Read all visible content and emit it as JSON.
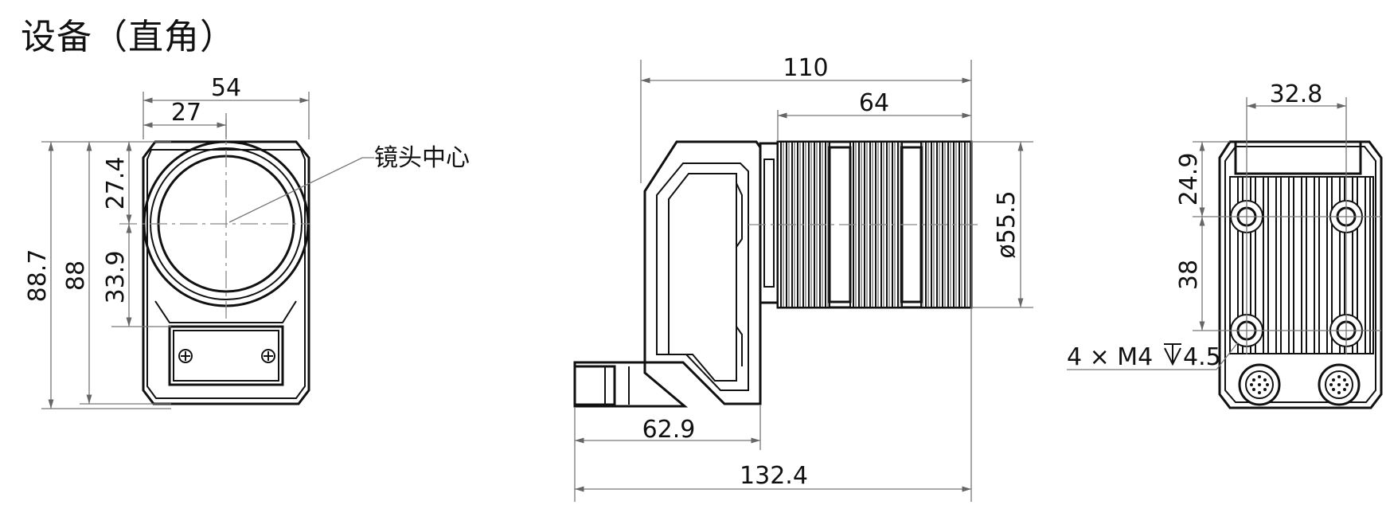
{
  "title": "设备（直角）",
  "front_view": {
    "width_total": "54",
    "width_half": "27",
    "height_total": "88.7",
    "height_body": "88",
    "upper_to_center": "27.4",
    "center_to_lower": "33.9",
    "lens_center_label": "镜头中心"
  },
  "side_view": {
    "length_total": "110",
    "lens_length": "64",
    "lens_diameter": "ø55.5",
    "connector_length": "62.9",
    "overall_length": "132.4"
  },
  "rear_view": {
    "hole_spacing_h": "32.8",
    "top_to_holes": "24.9",
    "hole_spacing_v": "38",
    "thread_spec": "4 × M4",
    "thread_depth": "4.5"
  },
  "colors": {
    "line": "#111111",
    "dimension": "#777777",
    "text": "#111111"
  }
}
